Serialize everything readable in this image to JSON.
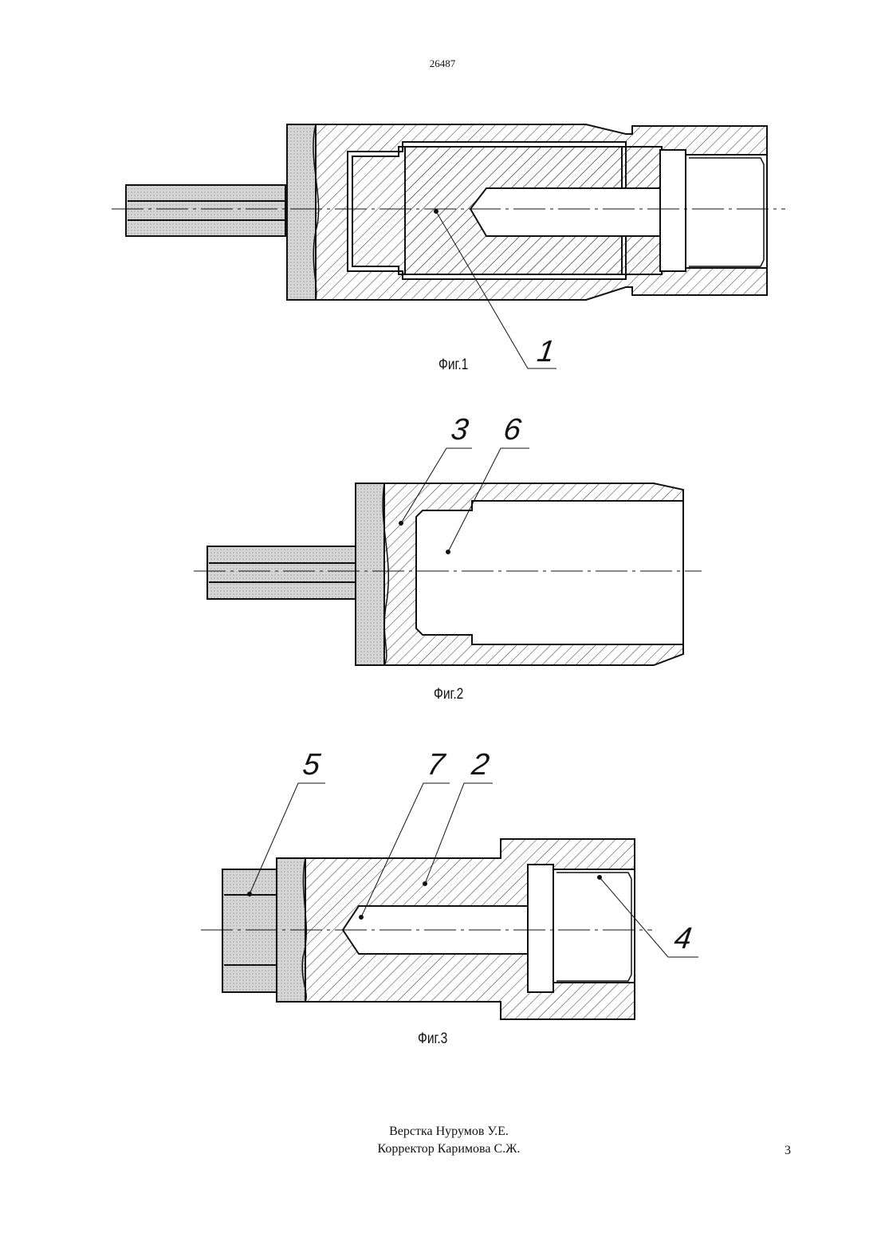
{
  "document": {
    "patent_number": "26487",
    "page_number": "3"
  },
  "figures": [
    {
      "caption": "Фиг.1",
      "callouts": [
        "1"
      ]
    },
    {
      "caption": "Фиг.2",
      "callouts": [
        "3",
        "6"
      ]
    },
    {
      "caption": "Фиг.3",
      "callouts": [
        "5",
        "7",
        "2",
        "4"
      ]
    }
  ],
  "credits": {
    "layout": "Верстка Нурумов У.Е.",
    "proofreader": "Корректор Каримова С.Ж."
  }
}
